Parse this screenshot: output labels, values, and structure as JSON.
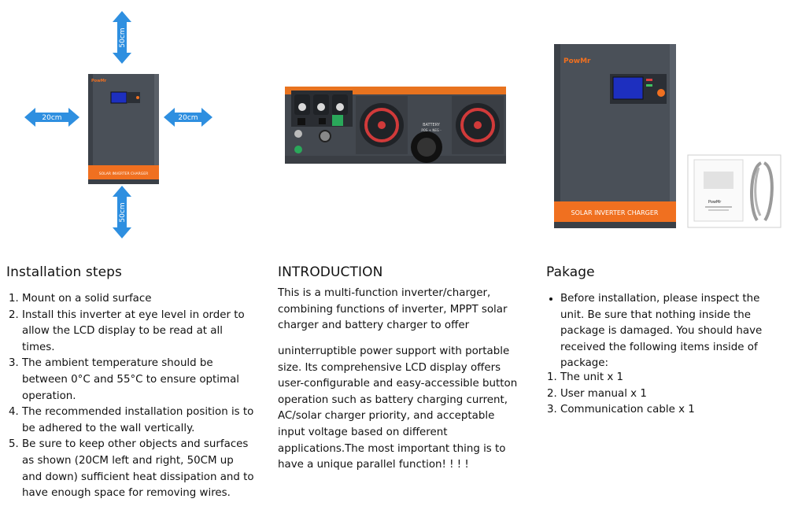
{
  "brand": "PowMr",
  "product_label": "SOLAR INVERTER CHARGER",
  "clearance": {
    "top": "50cm",
    "bottom": "50cm",
    "left": "20cm",
    "right": "20cm"
  },
  "rear_panel": {
    "battery_label": "BATTERY",
    "battery_terminals": "POS + NEG -"
  },
  "colors": {
    "arrow": "#2e8fe0",
    "inverter_body": "#4a5058",
    "orange": "#f07020",
    "lcd": "#1d2fbf"
  },
  "installation": {
    "title": "Installation steps",
    "steps": [
      "Mount on a solid surface",
      "Install this inverter at eye level in order to allow the LCD display to be read at all times.",
      "The ambient temperature should be between 0°C and 55°C to ensure optimal operation.",
      "The recommended installation position is to be adhered to the wall vertically.",
      "Be sure to keep other objects and surfaces as shown (20CM left and right, 50CM up and down) sufficient heat dissipation and to have enough space for removing wires."
    ]
  },
  "introduction": {
    "title": "INTRODUCTION",
    "paragraph_1": "This is a multi-function inverter/charger, combining functions of inverter, MPPT solar charger and battery charger to offer",
    "paragraph_2": "uninterruptible power support with portable size. Its comprehensive LCD display offers user-configurable and easy-accessible button operation such as battery charging current, AC/solar charger priority, and acceptable input voltage based on different applications.The most important thing is to have a unique parallel function! ! ! !"
  },
  "package": {
    "title": "Pakage",
    "bullet": "Before installation, please inspect the unit. Be sure that nothing inside the package is damaged. You should have received the following items inside of package:",
    "items": [
      "The unit x 1",
      "User manual x 1",
      "Communication cable x 1"
    ]
  }
}
